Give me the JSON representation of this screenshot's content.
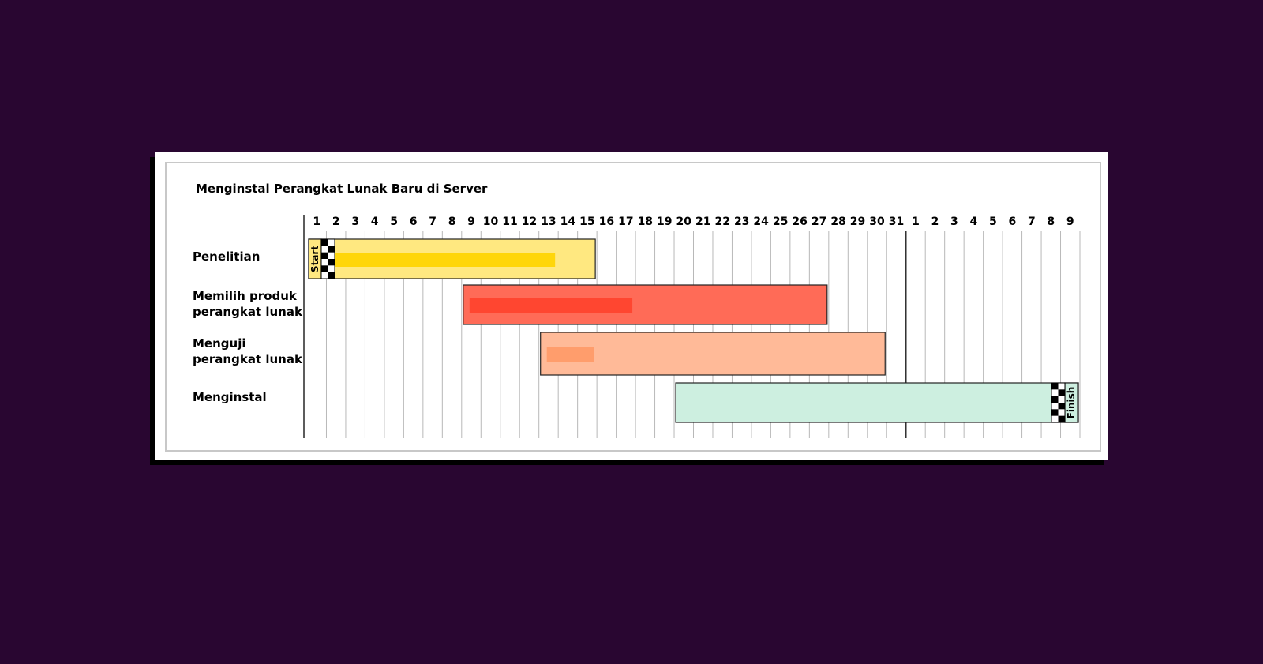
{
  "chart_data": {
    "type": "gantt",
    "title": "Menginstal Perangkat Lunak Baru di Server",
    "timeline_labels": [
      "1",
      "2",
      "3",
      "4",
      "5",
      "6",
      "7",
      "8",
      "9",
      "10",
      "11",
      "12",
      "13",
      "14",
      "15",
      "16",
      "17",
      "18",
      "19",
      "20",
      "21",
      "22",
      "23",
      "24",
      "25",
      "26",
      "27",
      "28",
      "29",
      "30",
      "31",
      "1",
      "2",
      "3",
      "4",
      "5",
      "6",
      "7",
      "8",
      "9"
    ],
    "tasks": [
      {
        "label": "Penelitian",
        "start": 1,
        "end": 15,
        "progress_end": 13,
        "color": "#FFE880",
        "progress_color": "#FFD60A"
      },
      {
        "label": "Memilih produk\nperangkat lunak",
        "start": 9,
        "end": 27,
        "progress_end": 17,
        "color": "#FF6B57",
        "progress_color": "#FF4630"
      },
      {
        "label": "Menguji\nperangkat lunak",
        "start": 13,
        "end": 30,
        "progress_end": 15,
        "color": "#FFBA98",
        "progress_color": "#FF9D6C"
      },
      {
        "label": "Menginstal",
        "start": 20,
        "end": 40,
        "progress_end": null,
        "color": "#CDEFE0",
        "progress_color": null
      }
    ],
    "start_marker": {
      "label": "Start",
      "color": "#FFE880"
    },
    "finish_marker": {
      "label": "Finish",
      "color": "#CDEFE0"
    }
  }
}
